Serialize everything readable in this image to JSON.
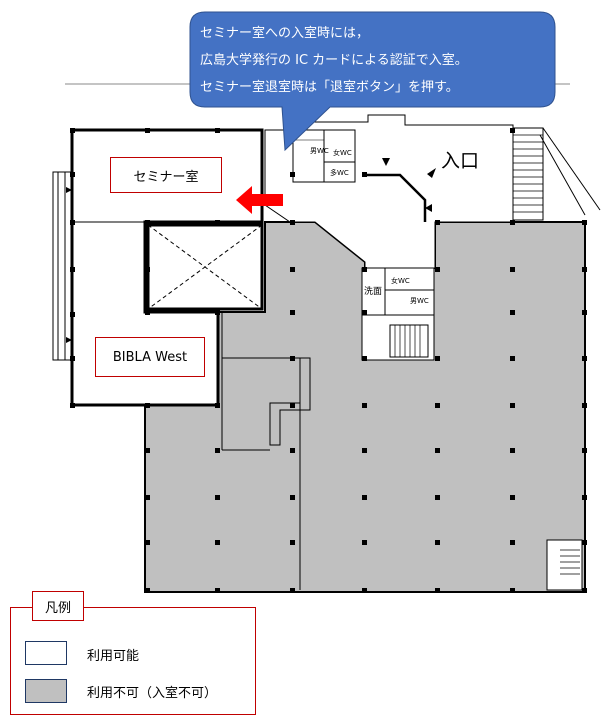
{
  "callout": {
    "line1": "セミナー室への入室時には，",
    "line2": "広島大学発行の IC カードによる認証で入室。",
    "line3": "セミナー室退室時は「退室ボタン」を押す。"
  },
  "rooms": {
    "seminar": "セミナー室",
    "bibla": "BIBLA West"
  },
  "restrooms": {
    "men_top": "男WC",
    "women_top": "女WC",
    "multi": "多WC",
    "women_mid": "女WC",
    "men_mid": "男WC",
    "washroom": "洗面"
  },
  "entrance_label": "入口",
  "legend": {
    "title": "凡例",
    "items": [
      {
        "label": "利用可能",
        "color": "#ffffff"
      },
      {
        "label": "利用不可（入室不可）",
        "color": "#c0c0c0"
      }
    ]
  },
  "colors": {
    "callout": "#4472c4",
    "arrow": "#ff0000",
    "unavailable": "#c0c0c0",
    "border": "#c00000"
  }
}
